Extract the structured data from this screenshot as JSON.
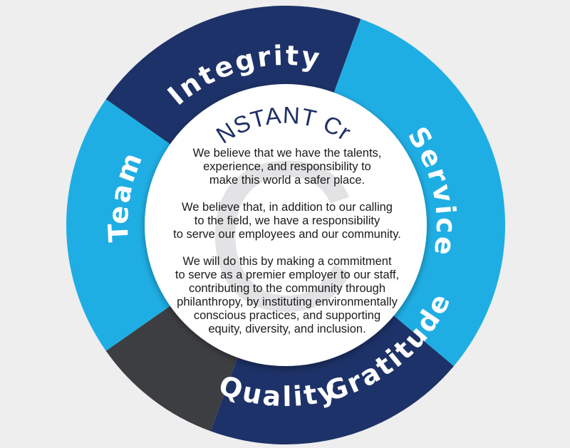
{
  "diagram": {
    "center": {
      "title": "CONSTANT Credo",
      "watermark_letter": "C",
      "paragraphs": [
        [
          "We believe that we have the talents,",
          "experience, and responsibility to",
          "make this world a safer place."
        ],
        [
          "We believe that, in addition to our calling",
          "to the field, we have a responsibility",
          "to serve our employees and our community."
        ],
        [
          "We will do this by making a commitment",
          "to serve as a premier employer to our staff,",
          "contributing to the community through",
          "philanthropy, by instituting environmentally",
          "conscious practices, and supporting",
          "equity, diversity, and inclusion."
        ]
      ]
    },
    "segments": [
      {
        "label": "Integrity",
        "color": "#1d3268"
      },
      {
        "label": "Service",
        "color": "#1faee4"
      },
      {
        "label": "Gratitude",
        "color": "#1d3268"
      },
      {
        "label": "Quality",
        "color": "#3d3e41"
      },
      {
        "label": "Team",
        "color": "#1faee4"
      }
    ],
    "colors": {
      "background": "#eeeeef",
      "navy": "#1d3268",
      "cyan": "#1faee4",
      "charcoal": "#3d3e41",
      "title_text": "#1f2f66",
      "body_text": "#1b1b1b"
    }
  }
}
